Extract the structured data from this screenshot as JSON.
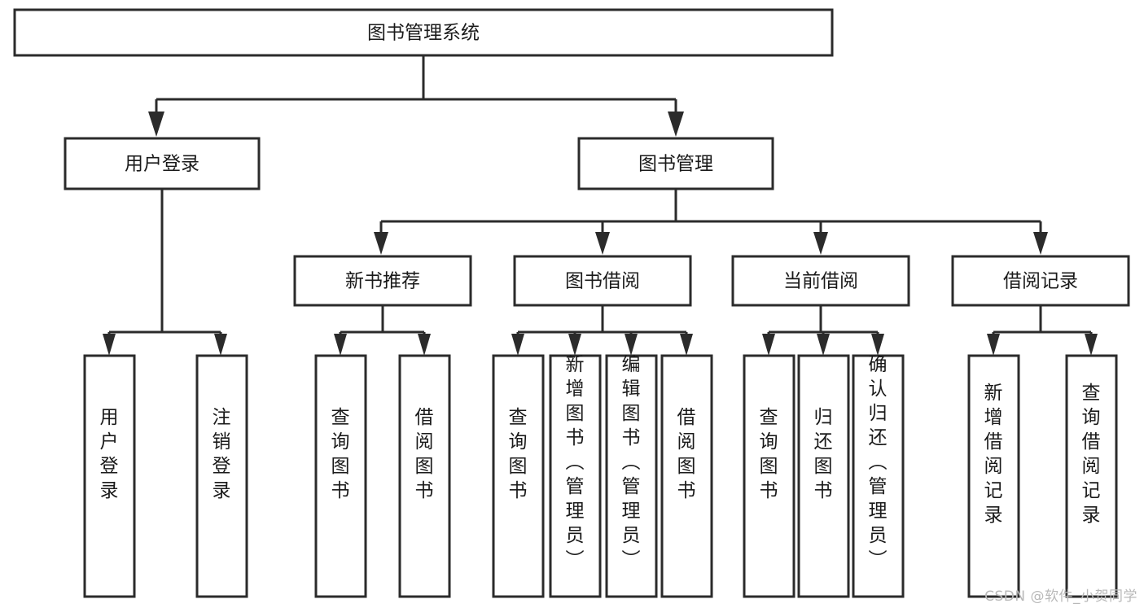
{
  "diagram": {
    "kind": "functional-structure-tree",
    "title": "图书管理系统",
    "orientation": "top-down",
    "arrow_style": "filled-triangle",
    "colors": {
      "background": "#ffffff",
      "box_fill": "#ffffff",
      "box_stroke": "#2b2b2b",
      "text": "#1a1a1a",
      "connector": "#2b2b2b",
      "watermark": "#b9b9b9"
    }
  },
  "root": {
    "label": "图书管理系统"
  },
  "level2": [
    {
      "label": "用户登录"
    },
    {
      "label": "图书管理"
    }
  ],
  "level3": [
    {
      "label": "新书推荐"
    },
    {
      "label": "图书借阅"
    },
    {
      "label": "当前借阅"
    },
    {
      "label": "借阅记录"
    }
  ],
  "leaves": {
    "user_login": [
      {
        "label": "用户登录"
      },
      {
        "label": "注销登录"
      }
    ],
    "new_book_recommend": [
      {
        "label": "查询图书"
      },
      {
        "label": "借阅图书"
      }
    ],
    "book_borrow": [
      {
        "label": "查询图书"
      },
      {
        "label": "新增图书（管理员）"
      },
      {
        "label": "编辑图书（管理员）"
      },
      {
        "label": "借阅图书"
      }
    ],
    "current_borrow": [
      {
        "label": "查询图书"
      },
      {
        "label": "归还图书"
      },
      {
        "label": "确认归还（管理员）"
      }
    ],
    "borrow_record": [
      {
        "label": "新增借阅记录"
      },
      {
        "label": "查询借阅记录"
      }
    ]
  },
  "watermark": {
    "text": "CSDN @软件_小贺同学"
  }
}
